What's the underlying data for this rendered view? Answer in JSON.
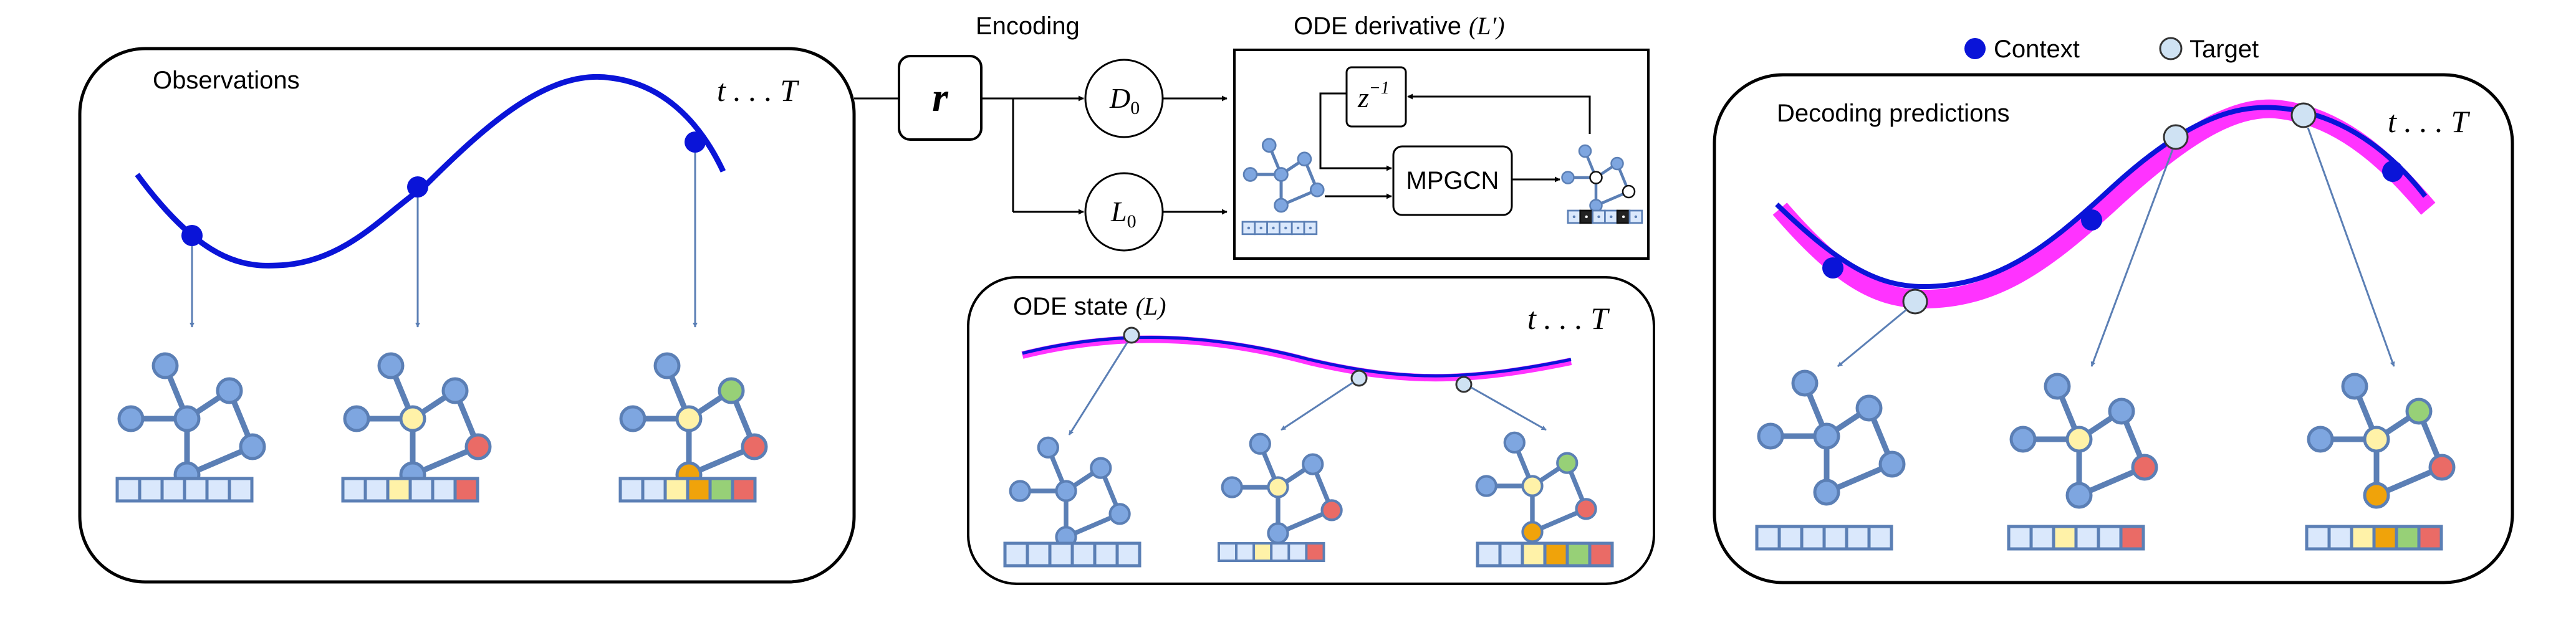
{
  "panels": {
    "observations": {
      "title": "Observations",
      "time_range": "t . . . T"
    },
    "encoding": {
      "title": "Encoding",
      "encoder_symbol": "r",
      "d0_symbol": "D",
      "d0_sub": "0",
      "l0_symbol": "L",
      "l0_sub": "0"
    },
    "ode_derivative": {
      "title": "ODE derivative",
      "symbol": "(L′)",
      "delay_symbol": "z",
      "delay_exp": "−1",
      "gnn_label": "MPGCN"
    },
    "ode_state": {
      "title": "ODE state",
      "symbol": "(L)",
      "time_range": "t . . . T"
    },
    "decoding": {
      "title": "Decoding predictions",
      "time_range": "t . . . T"
    }
  },
  "legend": {
    "context_label": "Context",
    "target_label": "Target"
  },
  "colors": {
    "trajectory": "#0a14d8",
    "prediction_band": "#ff33ff",
    "context_point": "#0a14d8",
    "target_point": "#cfe2f3",
    "node_blue": "#7ea6e0",
    "node_yellow": "#fff2a8",
    "node_orange": "#f0a30a",
    "node_green": "#97d077",
    "node_red": "#ea6b66",
    "edge": "#5b7fb5"
  }
}
